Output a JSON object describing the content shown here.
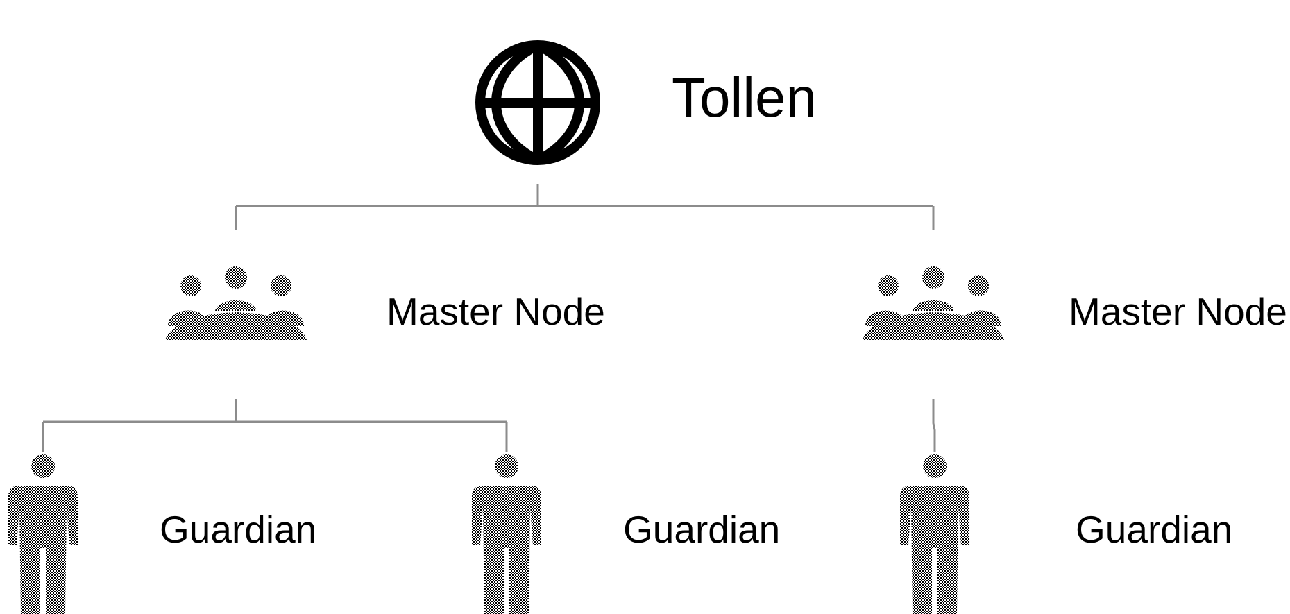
{
  "colors": {
    "ink": "#000000",
    "figure_fill": "#9a9a9a",
    "connector": "#8c8c8c",
    "background": "#ffffff"
  },
  "root": {
    "label": "Tollen",
    "icon": "globe-icon"
  },
  "master_nodes": [
    {
      "label": "Master Node",
      "icon": "group-icon"
    },
    {
      "label": "Master Node",
      "icon": "group-icon"
    }
  ],
  "guardians": [
    {
      "label": "Guardian",
      "icon": "person-icon",
      "parent": 0
    },
    {
      "label": "Guardian",
      "icon": "person-icon",
      "parent": 0
    },
    {
      "label": "Guardian",
      "icon": "person-icon",
      "parent": 1
    }
  ]
}
